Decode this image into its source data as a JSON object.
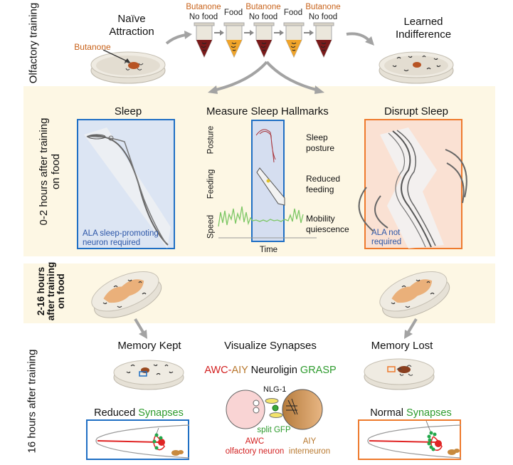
{
  "rows": {
    "olfactory": "Olfactory training",
    "sleep": "0-2 hours after training on food",
    "sleep_line1": "0-2 hours after training",
    "sleep_line2": "on food",
    "consolidation_line1": "2-16 hours",
    "consolidation_line2": "after training",
    "consolidation_line3": "on food",
    "test": "16 hours after training"
  },
  "training": {
    "naive_line1": "Naïve",
    "naive_line2": "Attraction",
    "butanone_label": "Butanone",
    "learned_line1": "Learned",
    "learned_line2": "Indifference",
    "tubes": [
      {
        "top": "Butanone",
        "bottom": "No food",
        "contents": "butanone"
      },
      {
        "top": "",
        "bottom": "Food",
        "contents": "food"
      },
      {
        "top": "Butanone",
        "bottom": "No food",
        "contents": "butanone"
      },
      {
        "top": "",
        "bottom": "Food",
        "contents": "food"
      },
      {
        "top": "Butanone",
        "bottom": "No food",
        "contents": "butanone"
      }
    ]
  },
  "sleep_section": {
    "sleep_title": "Sleep",
    "sleep_note_line1": "ALA sleep-promoting",
    "sleep_note_line2": "neuron required",
    "hallmarks_title": "Measure Sleep Hallmarks",
    "axis_labels": [
      "Posture",
      "Feeding",
      "Speed"
    ],
    "time_label": "Time",
    "hallmarks": [
      {
        "line1": "Sleep",
        "line2": "posture"
      },
      {
        "line1": "Reduced",
        "line2": "feeding"
      },
      {
        "line1": "Mobility",
        "line2": "quiescence"
      }
    ],
    "disrupt_title": "Disrupt Sleep",
    "disrupt_note_line1": "ALA not",
    "disrupt_note_line2": "required"
  },
  "test_section": {
    "kept_title": "Memory Kept",
    "kept_caption_prefix": "Reduced",
    "kept_caption_suffix": "Synapses",
    "visualize_title": "Visualize Synapses",
    "grasp_awc": "AWC",
    "grasp_dash": "-",
    "grasp_aiy": "AIY",
    "grasp_neuroligin": "Neuroligin",
    "grasp_grasp": "GRASP",
    "nlg_label": "NLG-1",
    "split_gfp": "split GFP",
    "awc_name": "AWC",
    "awc_desc": "olfactory neuron",
    "aiy_name": "AIY",
    "aiy_desc": "interneuron",
    "lost_title": "Memory Lost",
    "lost_caption_prefix": "Normal",
    "lost_caption_suffix": "Synapses"
  },
  "colors": {
    "band": "#fdf7e4",
    "blue_frame": "#1f6fc4",
    "orange_frame": "#ee7a2d",
    "butanone_text": "#c8621a",
    "synapse_green": "#2d9b2d",
    "awc_red": "#d21f1f",
    "aiy_brown": "#b8782e",
    "arrow_gray": "#a3a3a3"
  }
}
